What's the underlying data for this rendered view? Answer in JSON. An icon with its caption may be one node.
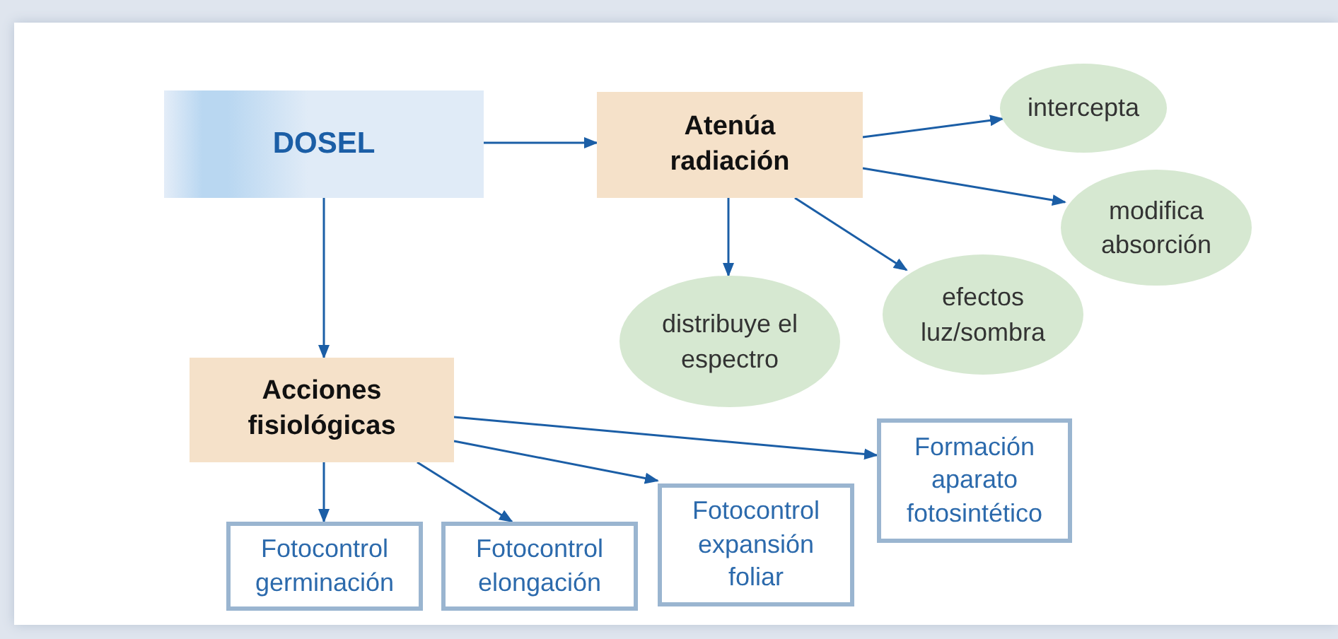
{
  "diagram": {
    "nodes": [
      {
        "text": [
          "DOSEL"
        ]
      },
      {
        "text": [
          "Atenúa radiación"
        ]
      },
      {
        "text": [
          "intercepta"
        ]
      },
      {
        "text": [
          "modifica absorción"
        ]
      },
      {
        "text": [
          "distribuye el espectro"
        ]
      },
      {
        "text": [
          "efectos luz/sombra"
        ]
      },
      {
        "text": [
          "Acciones fisiológicas"
        ]
      },
      {
        "text": [
          "Fotocontrol germinación"
        ]
      },
      {
        "text": [
          "Fotocontrol elongación"
        ]
      },
      {
        "text": [
          "Fotocontrol expansión foliar"
        ]
      },
      {
        "text": [
          "Formación aparato fotosintético"
        ]
      }
    ],
    "edges": [
      {
        "from": 0,
        "to": 1,
        "arrow": "to"
      },
      {
        "from": 0,
        "to": 6,
        "arrow": "to"
      },
      {
        "from": 1,
        "to": 2,
        "arrow": "to"
      },
      {
        "from": 1,
        "to": 3,
        "arrow": "to"
      },
      {
        "from": 1,
        "to": 4,
        "arrow": "to"
      },
      {
        "from": 1,
        "to": 5,
        "arrow": "to"
      },
      {
        "from": 6,
        "to": 7,
        "arrow": "to"
      },
      {
        "from": 6,
        "to": 8,
        "arrow": "to"
      },
      {
        "from": 6,
        "to": 9,
        "arrow": "to"
      },
      {
        "from": 6,
        "to": 10,
        "arrow": "to"
      }
    ]
  }
}
